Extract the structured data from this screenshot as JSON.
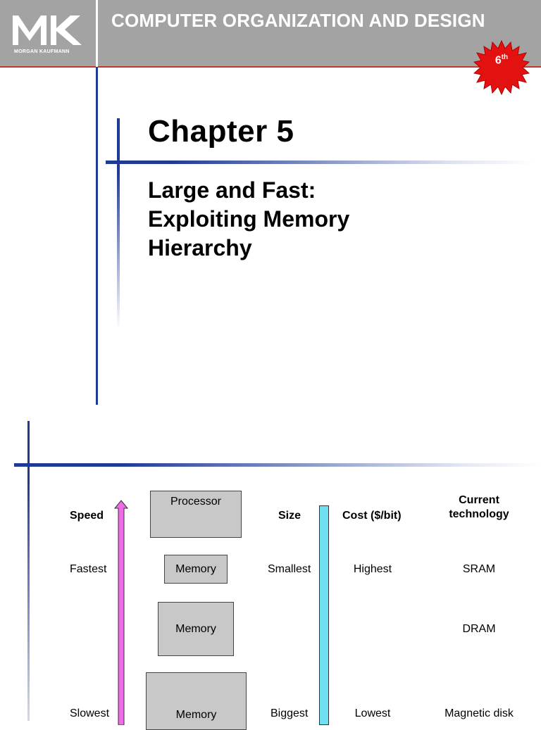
{
  "slide1": {
    "book_title": "COMPUTER ORGANIZATION AND DESIGN",
    "publisher_logo_mark": "MK",
    "publisher_logo_text": "MORGAN KAUFMANN",
    "edition": "6",
    "edition_suffix": "th",
    "chapter_title": "Chapter 5",
    "chapter_subtitle_lines": [
      "Large and Fast:",
      "Exploiting Memory",
      "Hierarchy"
    ]
  },
  "slide2": {
    "headers": {
      "speed": "Speed",
      "size": "Size",
      "cost": "Cost ($/bit)",
      "technology_line1": "Current",
      "technology_line2": "technology"
    },
    "processor_label": "Processor",
    "levels": [
      {
        "speed": "Fastest",
        "box": "Memory",
        "size": "Smallest",
        "cost": "Highest",
        "technology": "SRAM"
      },
      {
        "speed": "",
        "box": "Memory",
        "size": "",
        "cost": "",
        "technology": "DRAM"
      },
      {
        "speed": "Slowest",
        "box": "Memory",
        "size": "Biggest",
        "cost": "Lowest",
        "technology": "Magnetic disk"
      }
    ]
  },
  "colors": {
    "header_gray": "#a3a3a3",
    "accent_blue": "#1f3a93",
    "badge_red": "#e3110f",
    "speed_arrow": "#f06be8",
    "size_bar": "#6fe0f2",
    "memory_box": "#c8c8c8"
  }
}
